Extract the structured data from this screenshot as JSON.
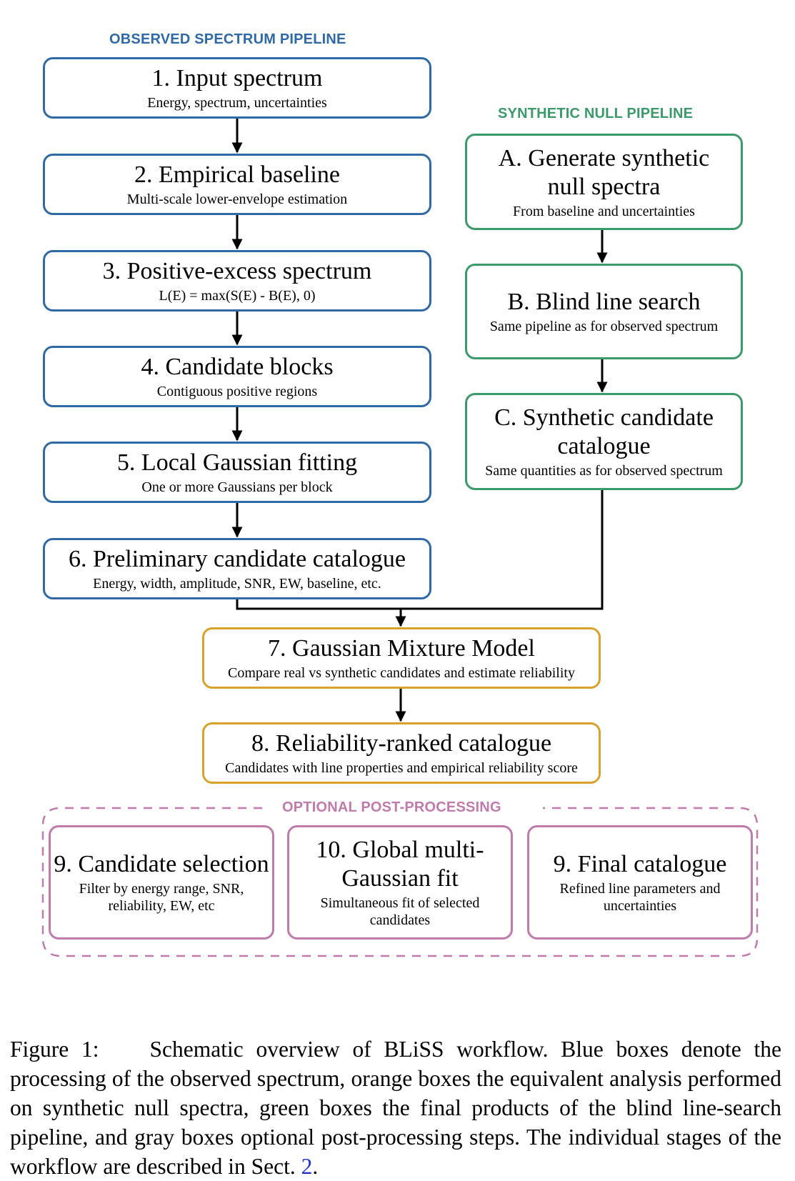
{
  "sections": {
    "observed": "OBSERVED SPECTRUM PIPELINE",
    "synthetic": "SYNTHETIC NULL PIPELINE",
    "optional": "OPTIONAL POST-PROCESSING"
  },
  "boxes": {
    "b1": {
      "title": "1. Input spectrum",
      "sub": "Energy, spectrum, uncertainties"
    },
    "b2": {
      "title": "2. Empirical baseline",
      "sub": "Multi-scale lower-envelope estimation"
    },
    "b3": {
      "title": "3. Positive-excess spectrum",
      "sub": "L(E) = max(S(E) - B(E), 0)"
    },
    "b4": {
      "title": "4. Candidate blocks",
      "sub": "Contiguous positive regions"
    },
    "b5": {
      "title": "5. Local Gaussian fitting",
      "sub": "One or more Gaussians per block"
    },
    "b6": {
      "title": "6. Preliminary candidate catalogue",
      "sub": "Energy, width, amplitude, SNR, EW, baseline, etc."
    },
    "bA": {
      "title1": "A. Generate synthetic",
      "title2": "null spectra",
      "sub": "From baseline and uncertainties"
    },
    "bB": {
      "title": "B. Blind line search",
      "sub": "Same pipeline as for observed spectrum"
    },
    "bC": {
      "title1": "C. Synthetic candidate",
      "title2": "catalogue",
      "sub": "Same quantities as for observed spectrum"
    },
    "b7": {
      "title": "7. Gaussian Mixture Model",
      "sub": "Compare real vs synthetic candidates and estimate reliability"
    },
    "b8": {
      "title": "8. Reliability-ranked catalogue",
      "sub": "Candidates with line properties and empirical reliability score"
    },
    "b9a": {
      "title": "9. Candidate selection",
      "sub1": "Filter by energy range, SNR,",
      "sub2": "reliability, EW, etc"
    },
    "b10": {
      "title1": "10. Global multi-",
      "title2": "Gaussian fit",
      "sub1": "Simultaneous fit of selected",
      "sub2": "candidates"
    },
    "b9b": {
      "title": "9. Final catalogue",
      "sub1": "Refined line parameters and",
      "sub2": "uncertainties"
    }
  },
  "colors": {
    "blue": "#2f6aa6",
    "green": "#3a9a6a",
    "orange": "#d9a32b",
    "pink": "#c07aab",
    "link": "#2233cc"
  },
  "caption": {
    "prefix": "Figure 1:",
    "text": "Schematic overview of BLiSS workflow. Blue boxes denote the processing of the observed spectrum, orange boxes the equivalent analysis performed on synthetic null spectra, green boxes the final products of the blind line-search pipeline, and gray boxes optional post-processing steps. The individual stages of the workflow are described in Sect.",
    "ref": "2",
    "suffix": "."
  }
}
